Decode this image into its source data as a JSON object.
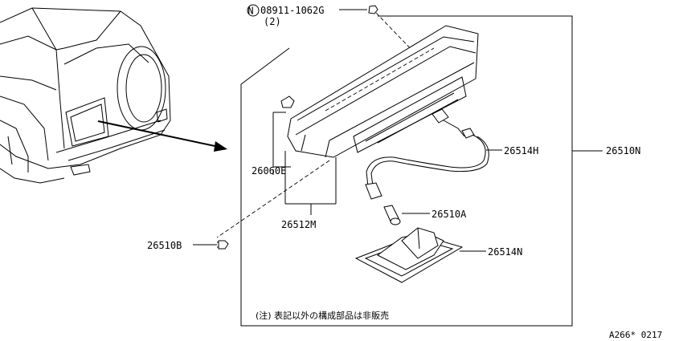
{
  "diagram": {
    "parts": {
      "nut_code": "08911-1062G",
      "nut_qty": "(2)",
      "nut_marker": "N",
      "assembly": "26510N",
      "harness": "26514H",
      "gasket": "26060E",
      "lens": "26512M",
      "bulb": "26510A",
      "screw": "26510B",
      "base": "26514N"
    },
    "note": "(注) 表記以外の構成部品は非販売",
    "figure_code": "A266* 0217"
  }
}
